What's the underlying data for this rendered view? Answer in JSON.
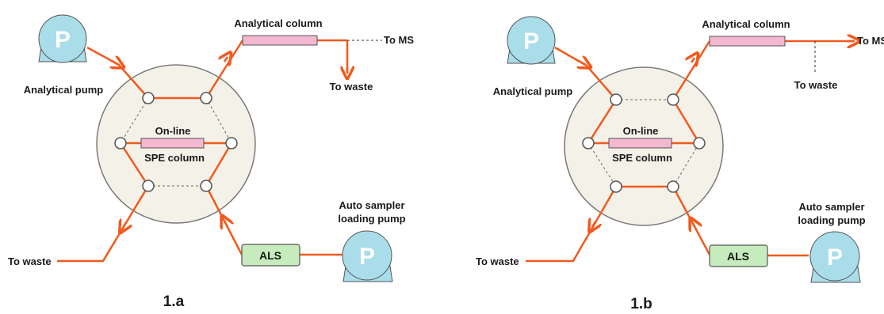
{
  "colors": {
    "flow_line": "#f05a1e",
    "pump_fill": "#a9dde9",
    "valve_fill": "#f4f1e8",
    "column_fill": "#f3b8cf",
    "als_fill": "#c6ebbd"
  },
  "panels": [
    {
      "figure_label": "1.a",
      "analytical_pump_label": "Analytical pump",
      "pump_symbol": "P",
      "analytical_column_label": "Analytical column",
      "to_ms_label": "To MS",
      "column_waste_label": "To waste",
      "spe_label_line1": "On-line",
      "spe_label_line2": "SPE column",
      "loading_pump_label_line1": "Auto sampler",
      "loading_pump_label_line2": "loading pump",
      "loading_pump_symbol": "P",
      "als_label": "ALS",
      "valve_waste_label": "To waste"
    },
    {
      "figure_label": "1.b",
      "analytical_pump_label": "Analytical pump",
      "pump_symbol": "P",
      "analytical_column_label": "Analytical column",
      "to_ms_label": "To MS",
      "column_waste_label": "To waste",
      "spe_label_line1": "On-line",
      "spe_label_line2": "SPE column",
      "loading_pump_label_line1": "Auto sampler",
      "loading_pump_label_line2": "loading pump",
      "loading_pump_symbol": "P",
      "als_label": "ALS",
      "valve_waste_label": "To waste"
    }
  ]
}
